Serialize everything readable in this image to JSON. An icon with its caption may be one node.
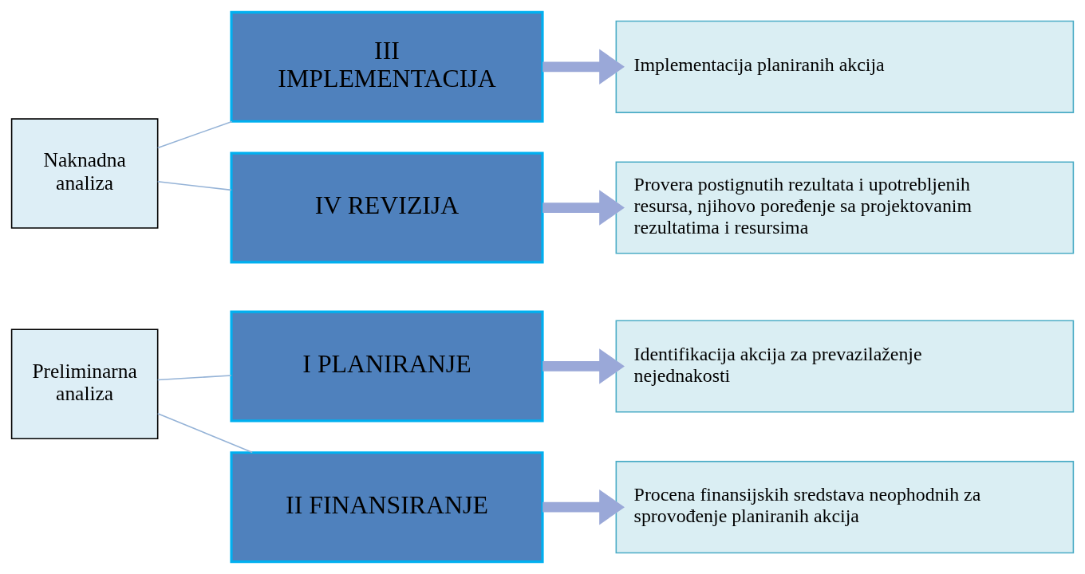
{
  "diagram": {
    "nodes": [
      {
        "text": [
          "Preliminarna analiza"
        ]
      },
      {
        "text": [
          "I PLANIRANJE"
        ]
      },
      {
        "text": [
          "II FINANSIRANJE"
        ]
      },
      {
        "text": [
          "Naknadna analiza"
        ]
      },
      {
        "text": [
          "III IMPLEMENTACIJA"
        ]
      },
      {
        "text": [
          "IV REVIZIJA"
        ]
      },
      {
        "text": [
          "Identifikacija akcija za prevazilaženje nejednakosti"
        ]
      },
      {
        "text": [
          "Procena finansijskih sredstava neophodnih za sprovođenje planiranih akcija"
        ]
      },
      {
        "text": [
          "Implementacija planiranih akcija"
        ]
      },
      {
        "text": [
          "Provera postignutih rezultata i upotrebljenih resursa, njihovo poređenje sa projektovanim rezultatima i resursima"
        ]
      }
    ],
    "edges": [
      {
        "from": 0,
        "to": 1,
        "arrow": "none"
      },
      {
        "from": 0,
        "to": 2,
        "arrow": "none"
      },
      {
        "from": 3,
        "to": 4,
        "arrow": "none"
      },
      {
        "from": 3,
        "to": 5,
        "arrow": "none"
      },
      {
        "from": 1,
        "to": 6,
        "arrow": "to",
        "style": "thick",
        "color": "#9aa8d8"
      },
      {
        "from": 2,
        "to": 7,
        "arrow": "to",
        "style": "thick",
        "color": "#9aa8d8"
      },
      {
        "from": 4,
        "to": 8,
        "arrow": "to",
        "style": "thick",
        "color": "#9aa8d8"
      },
      {
        "from": 5,
        "to": 9,
        "arrow": "to",
        "style": "thick",
        "color": "#9aa8d8"
      }
    ]
  }
}
